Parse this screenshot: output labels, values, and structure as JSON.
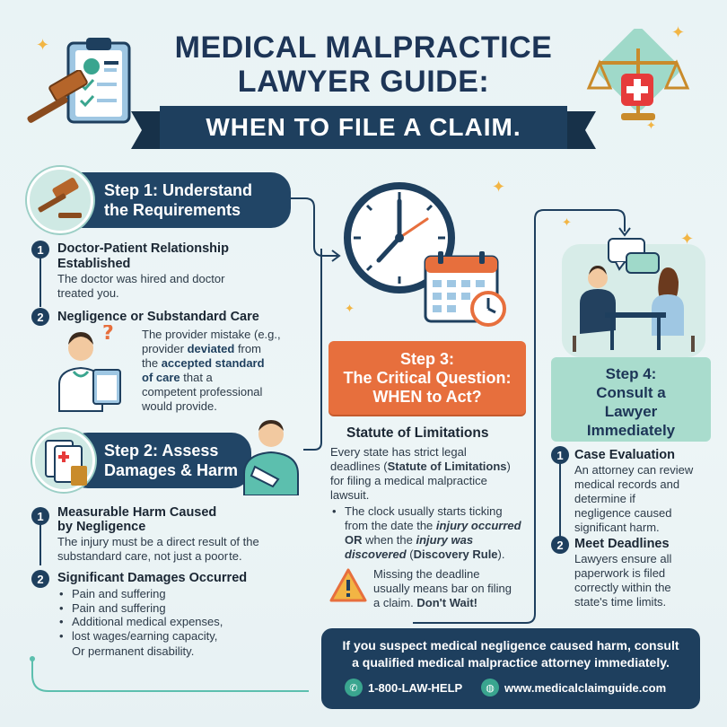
{
  "header": {
    "title_line1": "MEDICAL MALPRACTICE",
    "title_line2": "LAWYER GUIDE:",
    "ribbon": "WHEN TO FILE A CLAIM."
  },
  "step1": {
    "heading_line1": "Step 1: Understand",
    "heading_line2": "the Requirements",
    "items": [
      {
        "num": "1",
        "title_line1": "Doctor-Patient Relationship",
        "title_line2": "Established",
        "text_line1": "The doctor was hired and doctor",
        "text_line2": "treated you."
      },
      {
        "num": "2",
        "title": "Negligence or Substandard Care",
        "text_lines": [
          "The provider mistake (e.g.,",
          "provider ",
          "deviated",
          " from",
          "the ",
          "accepted standard",
          "of care",
          " that a",
          "competent professional",
          "would provide."
        ]
      }
    ]
  },
  "step2": {
    "heading_line1": "Step 2: Assess",
    "heading_line2": "Damages & Harm",
    "items": [
      {
        "num": "1",
        "title_line1": "Measurable Harm Caused",
        "title_line2": "by Negligence",
        "text_line1": "The injury must be a direct result of the",
        "text_line2": "substandard care, not just a poor te."
      },
      {
        "num": "2",
        "title": "Significant Damages Occurred",
        "bullets": [
          "Pain and suffering",
          "Pain and suffering",
          "Additional medical expenses,",
          "lost wages/earning capacity,"
        ],
        "trailing": "Or permanent disability."
      }
    ]
  },
  "step3": {
    "heading_line1": "Step 3:",
    "heading_line2": "The Critical Question:",
    "heading_line3": "WHEN to Act?",
    "subheading": "Statute of Limitations",
    "intro_line1": "Every state has strict legal",
    "intro_line2a": "deadlines (",
    "intro_line2b": "Statute of Limitations",
    "intro_line2c": ")",
    "intro_line3": "for filing a medical malpractice",
    "intro_line4": "lawsuit.",
    "bullet_line1": "The clock usually starts ticking",
    "bullet_line2a": "from the date the ",
    "bullet_line2b": "injury occurred",
    "bullet_line3a": "OR",
    "bullet_line3b": " when the ",
    "bullet_line3c": "injury was",
    "bullet_line4a": "discovered",
    "bullet_line4b": " (",
    "bullet_line4c": "Discovery Rule",
    "bullet_line4d": ").",
    "warning_line1": "Missing the deadline",
    "warning_line2": "usually means bar on filing",
    "warning_line3a": "a claim. ",
    "warning_line3b": "Don't Wait!"
  },
  "step4": {
    "heading_line1": "Step 4:",
    "heading_line2": "Consult a",
    "heading_line3": "Lawyer",
    "heading_line4": "Immediately",
    "items": [
      {
        "num": "1",
        "title": "Case Evaluation",
        "lines": [
          "An attorney can review",
          "medical records and",
          "determine if",
          "negligence caused",
          "significant harm."
        ]
      },
      {
        "num": "2",
        "title": "Meet Deadlines",
        "lines": [
          "Lawyers ensure all",
          "paperwork is filed",
          "correctly within the",
          "state's time limits."
        ]
      }
    ]
  },
  "footer": {
    "message_line1": "If you suspect medical negligence caused harm, consult",
    "message_line2": "a qualified medical malpractice attorney immediately.",
    "phone": "1-800-LAW-HELP",
    "website": "www.medicalclaimguide.com"
  },
  "colors": {
    "navy": "#1e3f5e",
    "orange": "#e76f3d",
    "mint": "#a9dccd",
    "gold": "#f2b544"
  },
  "icons": [
    "gavel-icon",
    "clipboard-icon",
    "scales-icon",
    "medical-cross-icon",
    "clock-icon",
    "calendar-icon",
    "warning-icon",
    "phone-icon",
    "globe-icon",
    "doctor-icon",
    "patient-icon",
    "documents-icon",
    "meeting-icon"
  ]
}
